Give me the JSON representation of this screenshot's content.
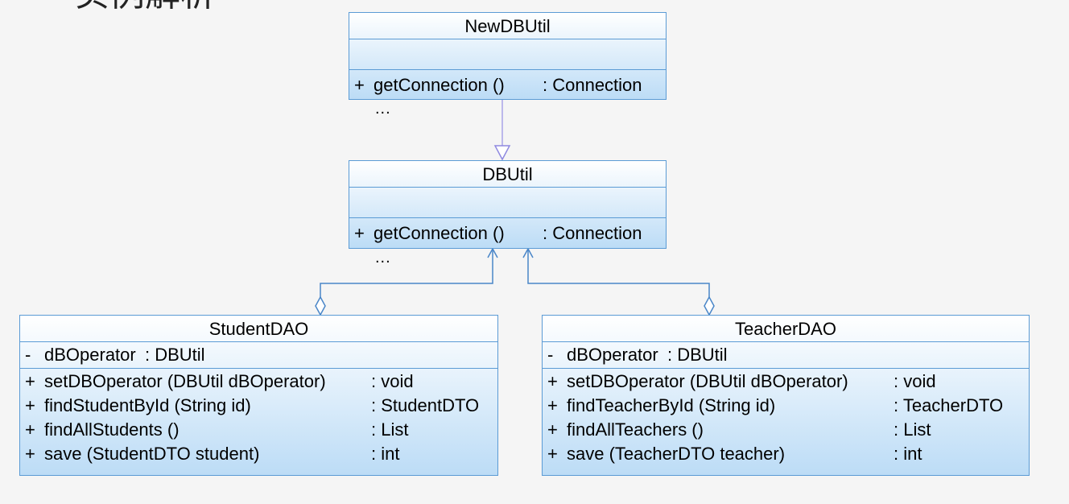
{
  "slide_title": "实例解析",
  "classes": {
    "new_db_util": {
      "name": "NewDBUtil",
      "operations": [
        {
          "visibility": "+",
          "signature": "getConnection ()",
          "return": ": Connection"
        }
      ],
      "ellipsis": "..."
    },
    "db_util": {
      "name": "DBUtil",
      "operations": [
        {
          "visibility": "+",
          "signature": "getConnection ()",
          "return": ": Connection"
        }
      ],
      "ellipsis": "..."
    },
    "student_dao": {
      "name": "StudentDAO",
      "attributes": [
        {
          "visibility": "-",
          "signature": "dBOperator",
          "return": ": DBUtil"
        }
      ],
      "operations": [
        {
          "visibility": "+",
          "signature": "setDBOperator (DBUtil dBOperator)",
          "return": ": void"
        },
        {
          "visibility": "+",
          "signature": "findStudentById (String id)",
          "return": ": StudentDTO"
        },
        {
          "visibility": "+",
          "signature": "findAllStudents ()",
          "return": ": List"
        },
        {
          "visibility": "+",
          "signature": "save (StudentDTO student)",
          "return": ": int"
        }
      ]
    },
    "teacher_dao": {
      "name": "TeacherDAO",
      "attributes": [
        {
          "visibility": "-",
          "signature": "dBOperator",
          "return": ": DBUtil"
        }
      ],
      "operations": [
        {
          "visibility": "+",
          "signature": "setDBOperator (DBUtil dBOperator)",
          "return": ": void"
        },
        {
          "visibility": "+",
          "signature": "findTeacherById (String id)",
          "return": ": TeacherDTO"
        },
        {
          "visibility": "+",
          "signature": "findAllTeachers ()",
          "return": ": List"
        },
        {
          "visibility": "+",
          "signature": "save (TeacherDTO teacher)",
          "return": ": int"
        }
      ]
    }
  },
  "relationships": [
    {
      "type": "generalization",
      "from": "NewDBUtil",
      "to": "DBUtil"
    },
    {
      "type": "aggregation",
      "from": "StudentDAO",
      "to": "DBUtil"
    },
    {
      "type": "aggregation",
      "from": "TeacherDAO",
      "to": "DBUtil"
    }
  ],
  "colors": {
    "background": "#f5f5f5",
    "class_border": "#5b9bd5",
    "class_fill_top": "#ffffff",
    "class_fill_bottom": "#bcdcf6",
    "generalization_line": "#a9a4e8",
    "association_line": "#4a86c8"
  }
}
